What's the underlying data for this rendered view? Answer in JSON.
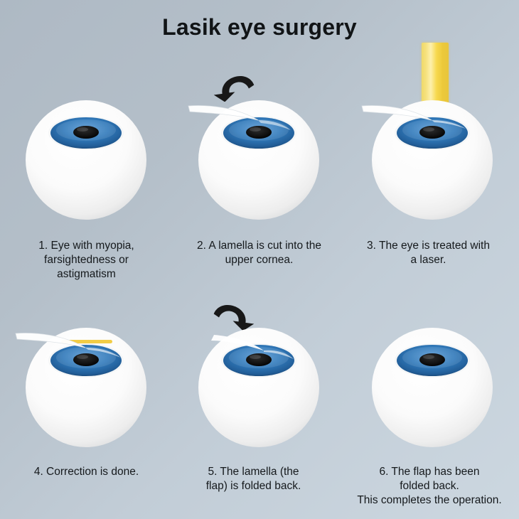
{
  "title": "Lasik eye surgery",
  "colors": {
    "background_top_left": "#aeb9c4",
    "background_bottom_right": "#ccd7e0",
    "text": "#15191c",
    "iris_blue": "#2f74b5",
    "iris_dark": "#1c4f87",
    "pupil_black": "#111111",
    "sclera_white": "#fdfdfd",
    "laser_yellow": "#f5dd6b",
    "arrow_black": "#181818"
  },
  "steps": [
    {
      "number": "1",
      "caption": "1. Eye with myopia,\nfarsightedness or\nastigmatism",
      "flap": "closed",
      "arrow": "none",
      "laser": false,
      "correction_line": false
    },
    {
      "number": "2",
      "caption": "2. A lamella is cut into the\nupper cornea.",
      "flap": "lifted-left",
      "arrow": "left",
      "laser": false,
      "correction_line": false
    },
    {
      "number": "3",
      "caption": "3. The eye is treated with\na laser.",
      "flap": "lifted-left",
      "arrow": "none",
      "laser": true,
      "correction_line": false
    },
    {
      "number": "4",
      "caption": "4. Correction is done.",
      "flap": "lifted-left",
      "arrow": "none",
      "laser": false,
      "correction_line": true
    },
    {
      "number": "5",
      "caption": "5. The lamella (the\nflap) is folded back.",
      "flap": "lifted-left",
      "arrow": "right",
      "laser": false,
      "correction_line": false
    },
    {
      "number": "6",
      "caption": "6. The flap has been\nfolded back.\nThis completes the operation.",
      "flap": "closed",
      "arrow": "none",
      "laser": false,
      "correction_line": false
    }
  ]
}
